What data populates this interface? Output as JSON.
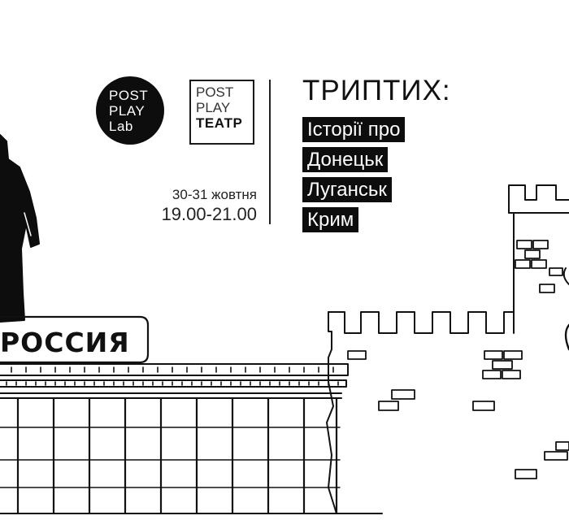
{
  "logos": {
    "lab": {
      "line1": "POST",
      "line2": "PLAY",
      "line3": "Lab"
    },
    "teatr": {
      "line1": "POST",
      "line2": "PLAY",
      "line3": "ТЕАТР"
    }
  },
  "event": {
    "dates": "30-31 жовтня",
    "time": "19.00-21.00"
  },
  "title": "ТРИПТИХ:",
  "tags": [
    "Історії про",
    "Донецьк",
    "Луганськ",
    "Крим"
  ],
  "illustration": {
    "sign_text": "РОССИЯ"
  }
}
